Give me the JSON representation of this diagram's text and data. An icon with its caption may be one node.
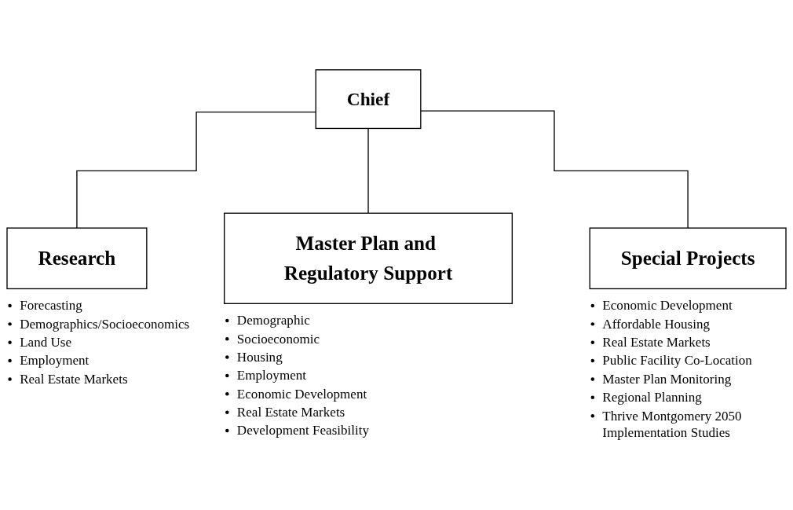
{
  "diagram": {
    "nodes": [
      {
        "text": [
          "Chief"
        ]
      },
      {
        "text": [
          "Research"
        ],
        "beside": [
          "Forecasting",
          "Demographics/Socioeconomics",
          "Land Use",
          "Employment",
          "Real Estate Markets"
        ]
      },
      {
        "text": [
          "Master Plan and Regulatory Support"
        ],
        "beside": [
          "Demographic",
          "Socioeconomic",
          "Housing",
          "Employment",
          "Economic Development",
          "Real Estate Markets",
          "Development Feasibility"
        ]
      },
      {
        "text": [
          "Special Projects"
        ],
        "beside": [
          "Economic Development",
          "Affordable Housing",
          "Real Estate Markets",
          "Public Facility Co-Location",
          "Master Plan Monitoring",
          "Regional Planning",
          "Thrive Montgomery 2050 Implementation Studies"
        ]
      }
    ],
    "edges": [
      {
        "from": 0,
        "to": 1,
        "arrow": "none"
      },
      {
        "from": 0,
        "to": 2,
        "arrow": "none"
      },
      {
        "from": 0,
        "to": 3,
        "arrow": "none"
      }
    ]
  }
}
